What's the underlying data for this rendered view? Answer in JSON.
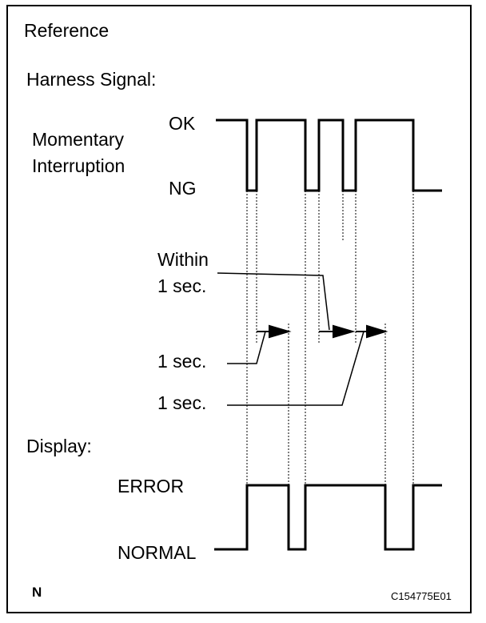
{
  "section_label": "Reference",
  "harness": {
    "heading": "Harness Signal:",
    "signal_name_line1": "Momentary",
    "signal_name_line2": "Interruption",
    "level_high": "OK",
    "level_low": "NG"
  },
  "annotations": {
    "within_line1": "Within",
    "within_line2": "1 sec.",
    "one_sec_a": "1 sec.",
    "one_sec_b": "1 sec."
  },
  "display": {
    "heading": "Display:",
    "level_high": "ERROR",
    "level_low": "NORMAL"
  },
  "footer": {
    "mark": "N",
    "figure_code": "C154775E01"
  }
}
